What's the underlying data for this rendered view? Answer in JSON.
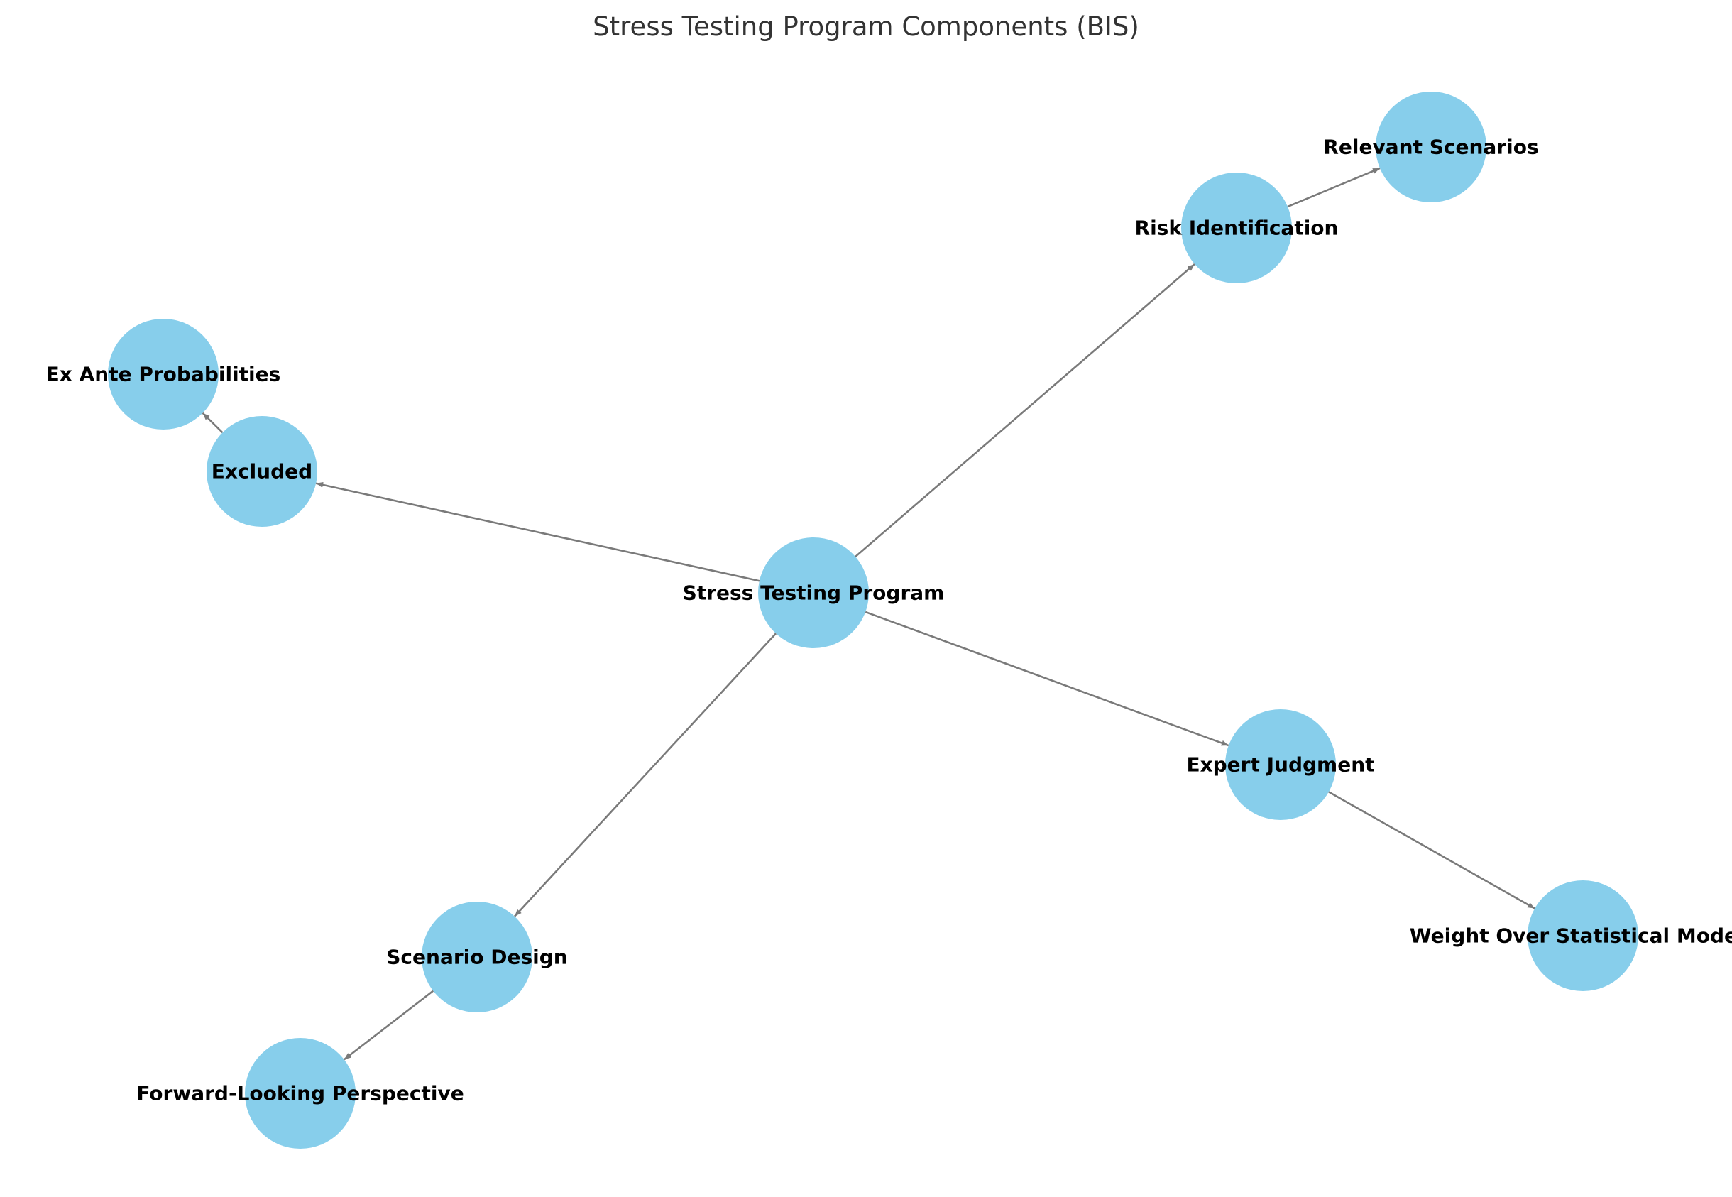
{
  "title": "Stress Testing Program Components (BIS)",
  "colors": {
    "node_fill": "#87ceeb",
    "edge_stroke": "#7a7a7a",
    "label_text": "#000000",
    "title_text": "#333333"
  },
  "nodes": [
    {
      "id": "stress",
      "label": "Stress Testing Program"
    },
    {
      "id": "risk",
      "label": "Risk Identification"
    },
    {
      "id": "relevant",
      "label": "Relevant Scenarios"
    },
    {
      "id": "excluded",
      "label": "Excluded"
    },
    {
      "id": "exante",
      "label": "Ex Ante Probabilities"
    },
    {
      "id": "expert",
      "label": "Expert Judgment"
    },
    {
      "id": "weight",
      "label": "Weight Over Statistical Models"
    },
    {
      "id": "scenario",
      "label": "Scenario Design"
    },
    {
      "id": "forward",
      "label": "Forward-Looking Perspective"
    }
  ],
  "edges": [
    {
      "from": "stress",
      "to": "risk"
    },
    {
      "from": "risk",
      "to": "relevant"
    },
    {
      "from": "stress",
      "to": "excluded"
    },
    {
      "from": "excluded",
      "to": "exante"
    },
    {
      "from": "stress",
      "to": "expert"
    },
    {
      "from": "expert",
      "to": "weight"
    },
    {
      "from": "stress",
      "to": "scenario"
    },
    {
      "from": "scenario",
      "to": "forward"
    }
  ]
}
